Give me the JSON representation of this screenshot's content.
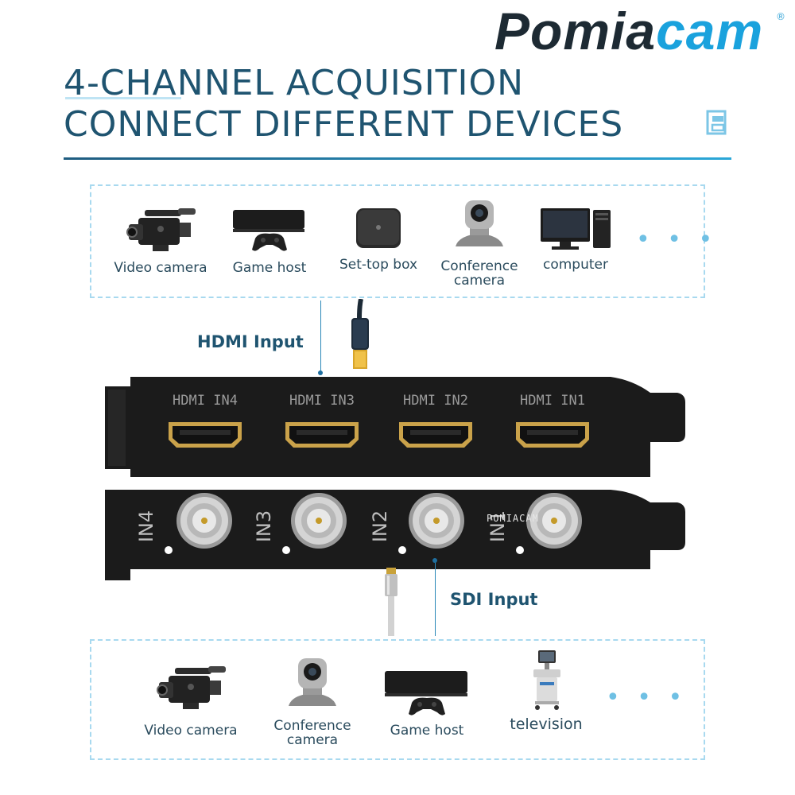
{
  "brand": {
    "part1": "Pomia",
    "part2": "cam",
    "registered": "®"
  },
  "headline": {
    "line1": "4-CHANNEL ACQUISITION",
    "line2": "CONNECT DIFFERENT DEVICES"
  },
  "colors": {
    "primary": "#1f5470",
    "accent": "#1aa2dd",
    "panel_border": "#a8d9ef",
    "bracket": "#1a1a1a",
    "connector_gold": "#c8a23a"
  },
  "top_devices": [
    {
      "label": "Video camera",
      "icon": "video-camera-icon"
    },
    {
      "label": "Game host",
      "icon": "game-console-icon"
    },
    {
      "label": "Set-top box",
      "icon": "set-top-box-icon"
    },
    {
      "label": "Conference camera",
      "line1": "Conference",
      "line2": "camera",
      "icon": "ptz-camera-icon"
    },
    {
      "label": "computer",
      "icon": "computer-icon"
    }
  ],
  "more_symbol": "• • •",
  "hdmi_input_label": "HDMI Input",
  "sdi_input_label": "SDI Input",
  "hdmi_ports": [
    "HDMI IN4",
    "HDMI IN3",
    "HDMI IN2",
    "HDMI IN1"
  ],
  "sdi_ports": [
    "IN4",
    "IN3",
    "IN2",
    "IN1"
  ],
  "watermark": "POMIACAM",
  "bottom_devices": [
    {
      "label": "Video camera",
      "icon": "video-camera-icon"
    },
    {
      "label": "Conference camera",
      "line1": "Conference",
      "line2": "camera",
      "icon": "ptz-camera-icon"
    },
    {
      "label": "Game host",
      "icon": "game-console-icon"
    },
    {
      "label": "television",
      "icon": "ultrasound-machine-icon"
    }
  ]
}
